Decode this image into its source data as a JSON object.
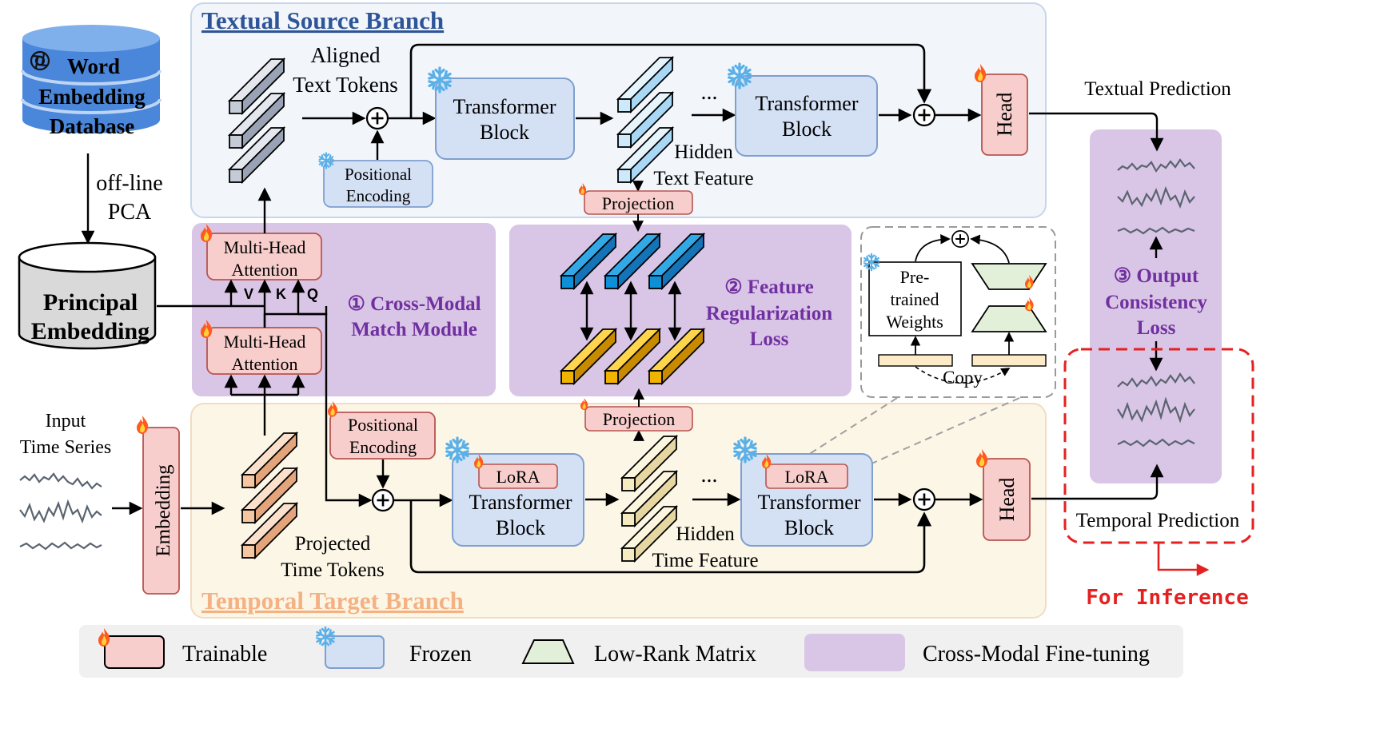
{
  "database": {
    "line1": "Word",
    "line2": "Embedding",
    "line3": "Database",
    "icon": "openai-logo-icon"
  },
  "pca": {
    "line1": "off-line",
    "line2": "PCA"
  },
  "principal": {
    "line1": "Principal",
    "line2": "Embedding"
  },
  "textual_branch": {
    "title": "Textual Source Branch",
    "aligned_line1": "Aligned",
    "aligned_line2": "Text Tokens",
    "pos_enc_line1": "Positional",
    "pos_enc_line2": "Encoding",
    "block1_line1": "Transformer",
    "block1_line2": "Block",
    "block2_line1": "Transformer",
    "block2_line2": "Block",
    "ellipsis": "...",
    "hidden_line1": "Hidden",
    "hidden_line2": "Text Feature",
    "head": "Head",
    "projection": "Projection",
    "prediction": "Textual Prediction"
  },
  "cross_modal": {
    "mha_top_line1": "Multi-Head",
    "mha_top_line2": "Attention",
    "mha_bottom_line1": "Multi-Head",
    "mha_bottom_line2": "Attention",
    "v": "V",
    "k": "K",
    "q": "Q",
    "label_line1": "① Cross-Modal",
    "label_line2": "Match  Module"
  },
  "feature_reg": {
    "label_line1": "② Feature",
    "label_line2": "Regularization",
    "label_line3": "Loss"
  },
  "lora_detail": {
    "pretrained_line1": "Pre-",
    "pretrained_line2": "trained",
    "pretrained_line3": "Weights",
    "copy": "Copy"
  },
  "output_consistency": {
    "label_line1": "③ Output",
    "label_line2": "Consistency",
    "label_line3": "Loss"
  },
  "temporal_branch": {
    "title": "Temporal Target Branch",
    "input_line1": "Input",
    "input_line2": "Time Series",
    "embedding": "Embedding",
    "projected_line1": "Projected",
    "projected_line2": "Time Tokens",
    "pos_enc_line1": "Positional",
    "pos_enc_line2": "Encoding",
    "lora1": "LoRA",
    "block1_line1": "Transformer",
    "block1_line2": "Block",
    "lora2": "LoRA",
    "block2_line1": "Transformer",
    "block2_line2": "Block",
    "ellipsis": "...",
    "hidden_line1": "Hidden",
    "hidden_line2": "Time Feature",
    "head": "Head",
    "projection": "Projection",
    "prediction": "Temporal Prediction"
  },
  "inference": {
    "label": "For Inference"
  },
  "legend": {
    "trainable": "Trainable",
    "frozen": "Frozen",
    "low_rank": "Low-Rank Matrix",
    "cross_modal": "Cross-Modal Fine-tuning"
  },
  "colors": {
    "trainable_fill": "#f8cecc",
    "frozen_fill": "#d4e1f5",
    "cross_modal_fill": "#d9c5e6",
    "text_branch_fill": "#f2f6fb",
    "temporal_branch_fill": "#fcf6e6",
    "temporal_title": "#f4b183",
    "textual_title": "#2e5597",
    "purple_label": "#7030a0",
    "inference_red": "#e62020"
  }
}
